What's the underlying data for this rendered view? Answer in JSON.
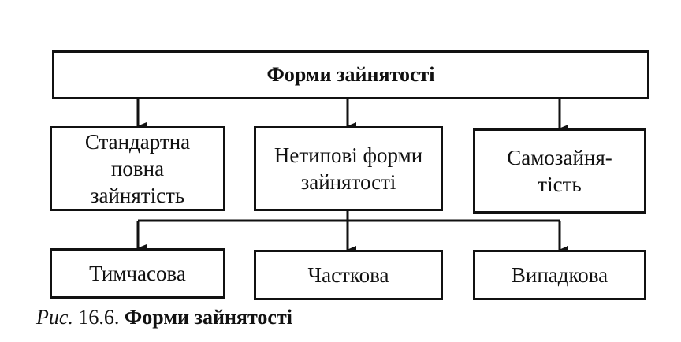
{
  "title": "Форми зайнятості",
  "level1": [
    {
      "id": "standard",
      "label": "Стандартна\nповна\nзайнятість"
    },
    {
      "id": "atypical",
      "label": "Нетипові форми\nзайнятості"
    },
    {
      "id": "self",
      "label": "Самозайня-\nтість"
    }
  ],
  "level2": [
    {
      "id": "temporary",
      "label": "Тимчасова"
    },
    {
      "id": "partial",
      "label": "Часткова"
    },
    {
      "id": "casual",
      "label": "Випадкова"
    }
  ],
  "caption": {
    "prefix": "Рис.",
    "number": "16.6.",
    "title": "Форми зайнятості"
  }
}
